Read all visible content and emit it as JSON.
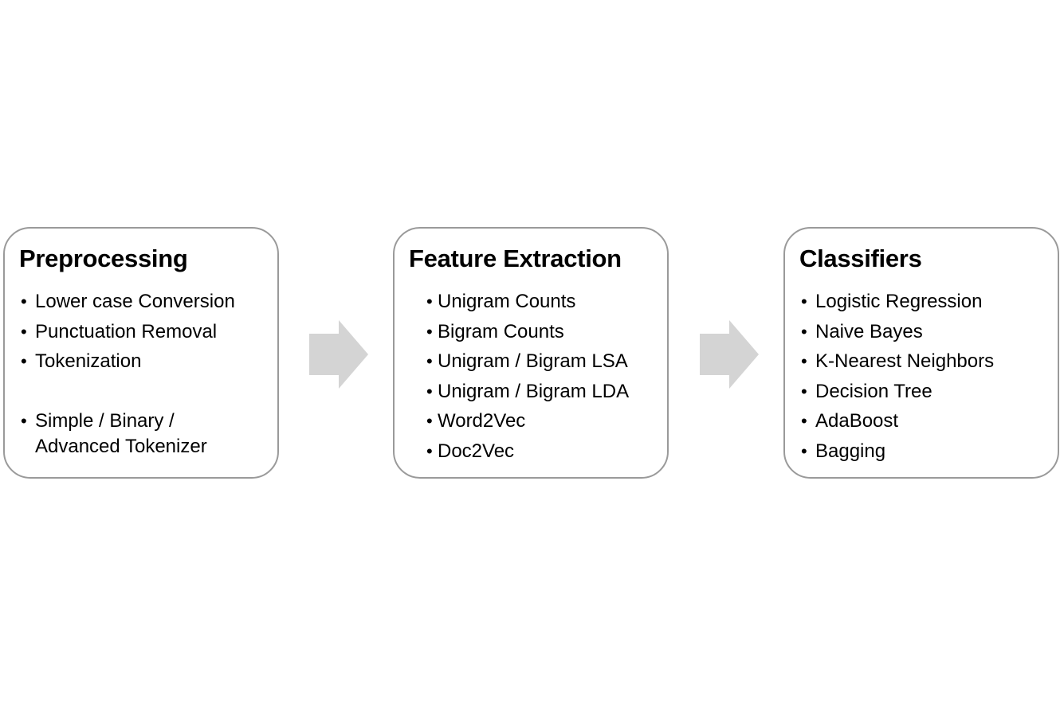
{
  "colors": {
    "box_border": "#9a9a9a",
    "arrow_fill": "#d4d4d4",
    "text": "#000000"
  },
  "stages": [
    {
      "title": "Preprocessing",
      "items": [
        "Lower case Conversion",
        "Punctuation Removal",
        "Tokenization",
        "Simple / Binary /\nAdvanced Tokenizer"
      ]
    },
    {
      "title": "Feature Extraction",
      "items": [
        "Unigram Counts",
        "Bigram Counts",
        "Unigram / Bigram LSA",
        "Unigram / Bigram LDA",
        "Word2Vec",
        "Doc2Vec"
      ]
    },
    {
      "title": "Classifiers",
      "items": [
        "Logistic Regression",
        "Naive Bayes",
        "K-Nearest Neighbors",
        "Decision Tree",
        "AdaBoost",
        "Bagging"
      ]
    }
  ],
  "connectors": [
    {
      "from": "Preprocessing",
      "to": "Feature Extraction",
      "icon": "right-arrow-icon"
    },
    {
      "from": "Feature Extraction",
      "to": "Classifiers",
      "icon": "right-arrow-icon"
    }
  ]
}
